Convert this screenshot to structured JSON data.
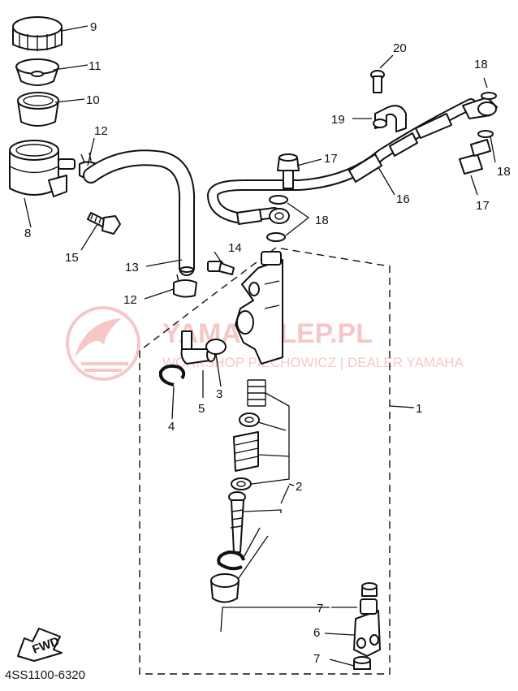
{
  "watermark": {
    "line1": "YAMASKLEP.PL",
    "line2": "WORKSHOP PIECHOWICZ | DEALER YAMAHA",
    "color": "#e23a3a"
  },
  "code": "4SS1100-6320",
  "fwd": "FWD",
  "callouts": {
    "c1": "1",
    "c2": "2",
    "c3": "3",
    "c4": "4",
    "c5": "5",
    "c6": "6",
    "c7a": "7",
    "c7b": "7",
    "c8": "8",
    "c9": "9",
    "c10": "10",
    "c11": "11",
    "c12a": "12",
    "c12b": "12",
    "c13": "13",
    "c14": "14",
    "c15": "15",
    "c16": "16",
    "c17a": "17",
    "c17b": "17",
    "c18a": "18",
    "c18b": "18",
    "c18c": "18",
    "c19": "19",
    "c20": "20"
  }
}
